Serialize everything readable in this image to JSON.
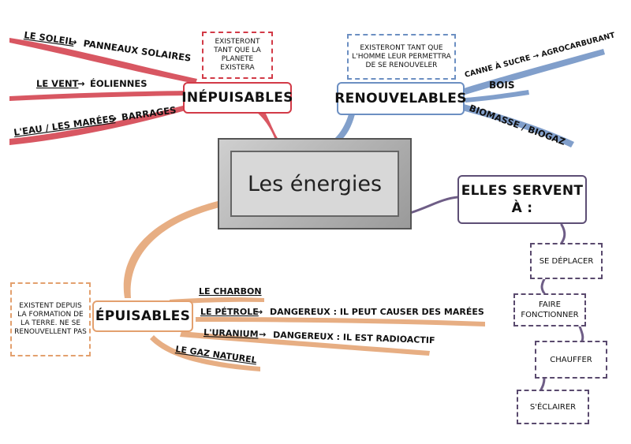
{
  "title": "Les énergies",
  "colors": {
    "inepuisables": "#d23a47",
    "renouvelables": "#6c8fc2",
    "epuisables": "#e3a06e",
    "servent": "#5d4e75"
  },
  "inepuisables": {
    "label": "INÉPUISABLES",
    "note": "EXISTERONT TANT QUE LA PLANETE EXISTERA",
    "branches": [
      {
        "item": "LE SOLEIL",
        "result": "PANNEAUX SOLAIRES"
      },
      {
        "item": "LE VENT",
        "result": "ÉOLIENNES"
      },
      {
        "item": "L'EAU / LES MARÉES",
        "result": "BARRAGES"
      }
    ]
  },
  "renouvelables": {
    "label": "RENOUVELABLES",
    "note": "EXISTERONT TANT QUE L'HOMME LEUR PERMETTRA DE SE RENOUVELER",
    "branches": [
      "CANNE À SUCRE → AGROCARBURANT",
      "BOIS",
      "BIOMASSE / BIOGAZ"
    ]
  },
  "epuisables": {
    "label": "ÉPUISABLES",
    "note": "EXISTENT DEPUIS LA FORMATION DE LA TERRE. NE SE RENOUVELLENT PAS",
    "branches": [
      {
        "item": "LE CHARBON",
        "result": ""
      },
      {
        "item": "LE PÉTROLE",
        "result": "DANGEREUX : IL PEUT CAUSER DES MARÉES"
      },
      {
        "item": "L'URANIUM",
        "result": "DANGEREUX : IL EST RADIOACTIF"
      },
      {
        "item": "LE GAZ NATUREL",
        "result": ""
      }
    ]
  },
  "servent": {
    "label_line1": "ELLES SERVENT",
    "label_line2": "À :",
    "uses": [
      "SE DÉPLACER",
      "FAIRE FONCTIONNER",
      "CHAUFFER",
      "S'ÉCLAIRER"
    ]
  }
}
